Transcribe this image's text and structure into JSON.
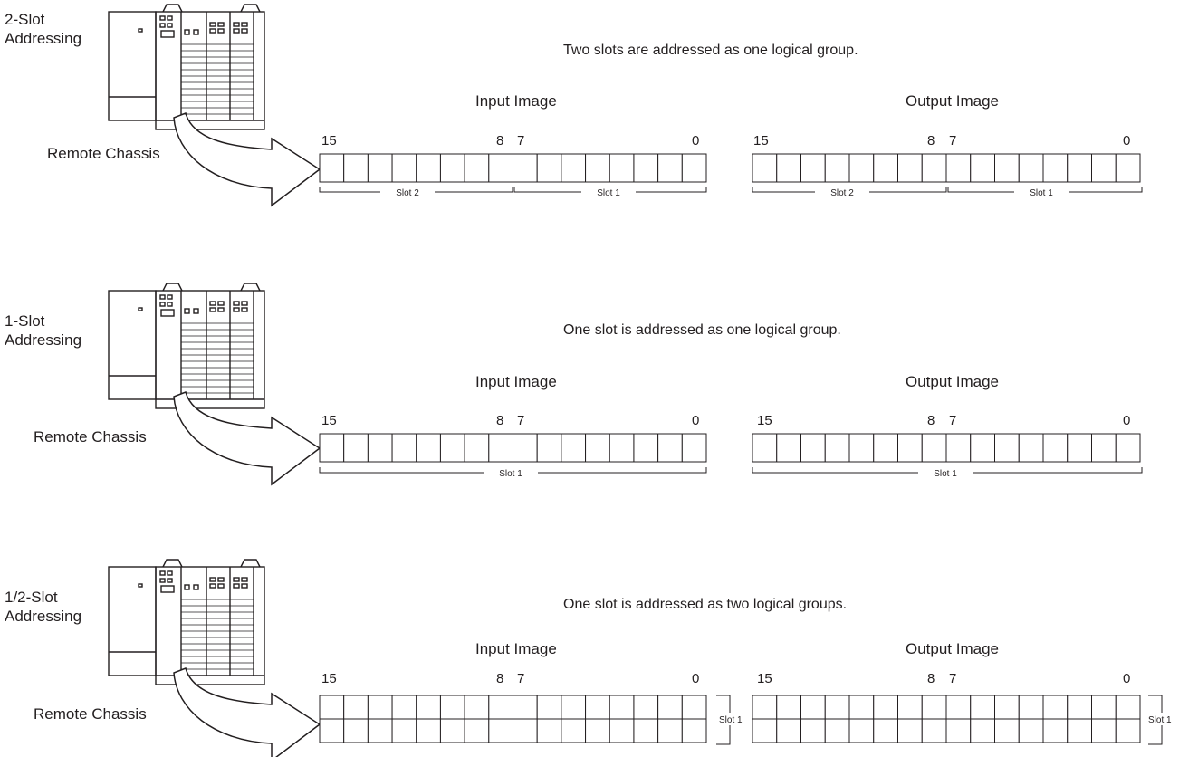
{
  "sections": [
    {
      "mode_label": [
        "2-Slot",
        "Addressing"
      ],
      "chassis_label": "Remote Chassis",
      "description": "Two slots are addressed as one logical group.",
      "images": [
        {
          "title": "Input Image",
          "bits": [
            "15",
            "8",
            "7",
            "0"
          ],
          "rows": 1,
          "brackets": [
            {
              "label": "Slot 2",
              "from_bit": 15,
              "to_bit": 8
            },
            {
              "label": "Slot 1",
              "from_bit": 7,
              "to_bit": 0
            }
          ]
        },
        {
          "title": "Output Image",
          "bits": [
            "15",
            "8",
            "7",
            "0"
          ],
          "rows": 1,
          "brackets": [
            {
              "label": "Slot 2",
              "from_bit": 15,
              "to_bit": 8
            },
            {
              "label": "Slot 1",
              "from_bit": 7,
              "to_bit": 0
            }
          ]
        }
      ]
    },
    {
      "mode_label": [
        "1-Slot",
        "Addressing"
      ],
      "chassis_label": "Remote Chassis",
      "description": "One slot is addressed as  one logical group.",
      "images": [
        {
          "title": "Input Image",
          "bits": [
            "15",
            "8",
            "7",
            "0"
          ],
          "rows": 1,
          "brackets": [
            {
              "label": "Slot 1",
              "from_bit": 15,
              "to_bit": 0
            }
          ]
        },
        {
          "title": "Output Image",
          "bits": [
            "15",
            "8",
            "7",
            "0"
          ],
          "rows": 1,
          "brackets": [
            {
              "label": "Slot 1",
              "from_bit": 15,
              "to_bit": 0
            }
          ]
        }
      ]
    },
    {
      "mode_label": [
        "1/2-Slot",
        "Addressing"
      ],
      "chassis_label": "Remote Chassis",
      "description": "One slot is addressed as two logical groups.",
      "images": [
        {
          "title": "Input Image",
          "bits": [
            "15",
            "8",
            "7",
            "0"
          ],
          "rows": 2,
          "side_label": "Slot 1"
        },
        {
          "title": "Output Image",
          "bits": [
            "15",
            "8",
            "7",
            "0"
          ],
          "rows": 2,
          "side_label": "Slot 1"
        }
      ]
    }
  ]
}
